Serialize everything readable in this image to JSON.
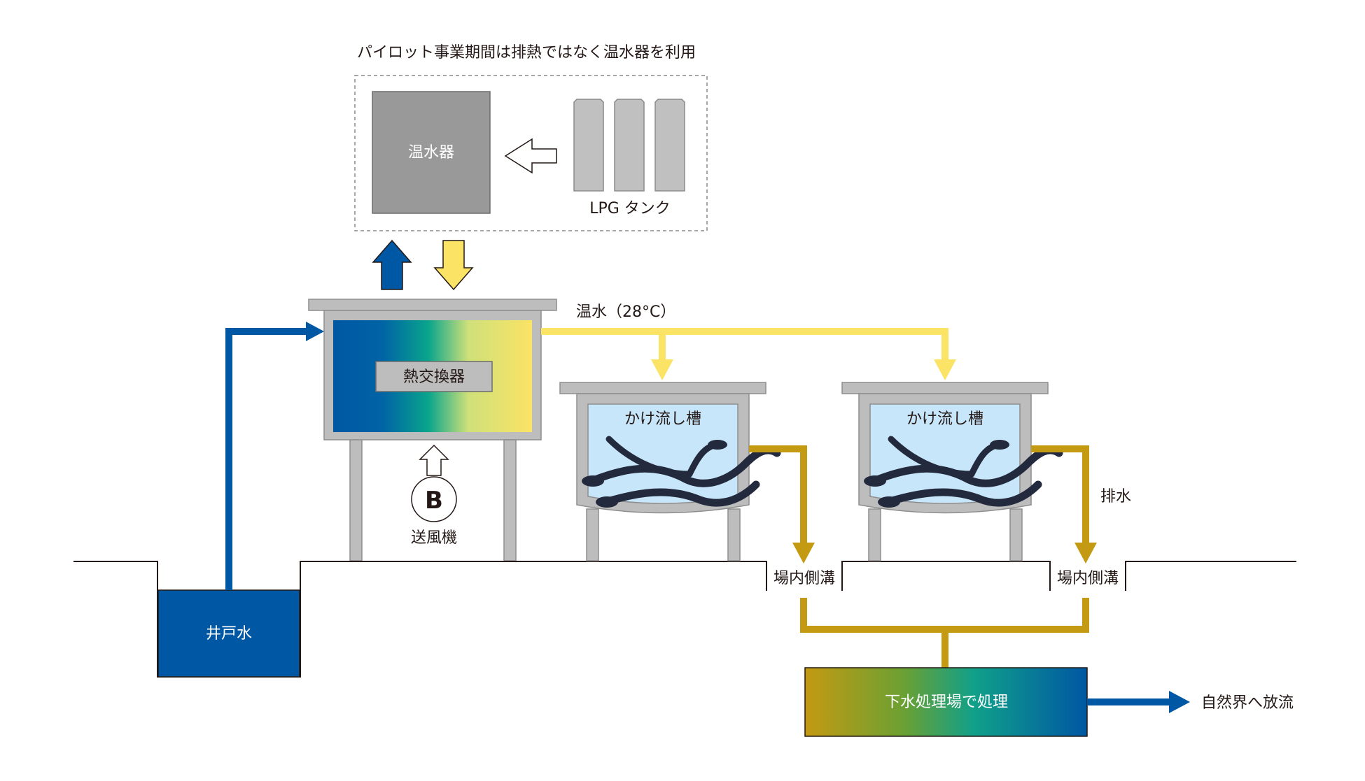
{
  "note": "パイロット事業期間は排熱ではなく温水器を利用",
  "water_heater": "温水器",
  "lpg_tank": "LPG タンク",
  "hot_water": "温水（28°C）",
  "heat_exchanger": "熱交換器",
  "blower_letter": "B",
  "blower": "送風機",
  "tank_label": "かけ流し槽",
  "drainage": "排水",
  "side_ditch": "場内側溝",
  "well_water": "井戸水",
  "treatment": "下水処理場で処理",
  "discharge": "自然界へ放流",
  "colors": {
    "blue": "#0057a3",
    "yellow": "#fbe365",
    "gold": "#c49a12",
    "gray_frame": "#bdbdbd",
    "heater_gray": "#999999",
    "tank_water": "#c8e6fa",
    "eel": "#232a3d"
  }
}
